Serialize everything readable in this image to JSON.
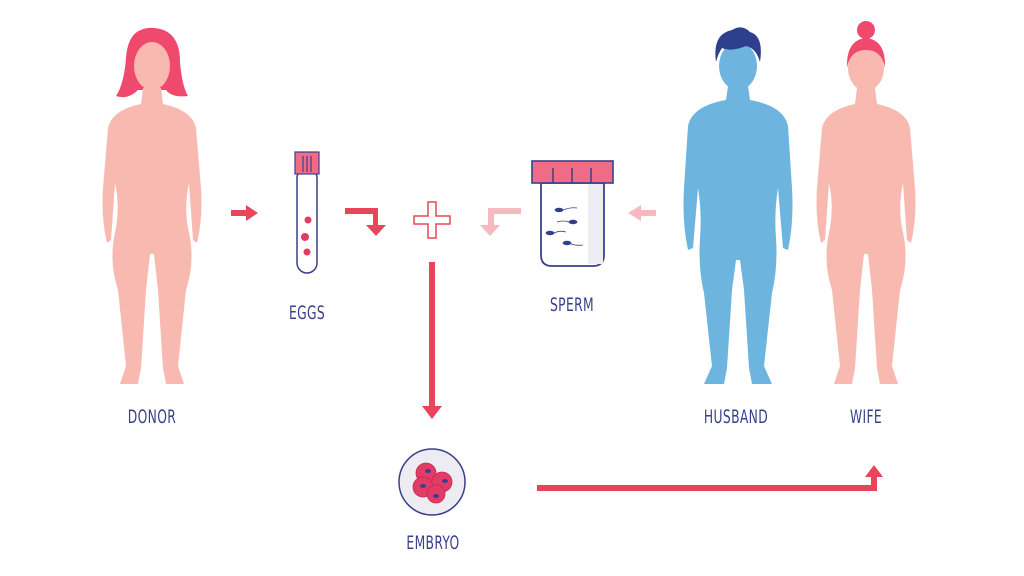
{
  "labels": {
    "donor": "DONOR",
    "eggs": "EGGS",
    "sperm": "SPERM",
    "husband": "HUSBAND",
    "wife": "WIFE",
    "embryo": "EMBRYO"
  },
  "colors": {
    "female_body": "#f8b9b1",
    "female_hair": "#ef4a6d",
    "male_body": "#6db5df",
    "male_hair": "#2e3f8e",
    "arrow": "#e8455a",
    "arrow_light": "#f7b9c0",
    "text": "#3b3f8c"
  }
}
